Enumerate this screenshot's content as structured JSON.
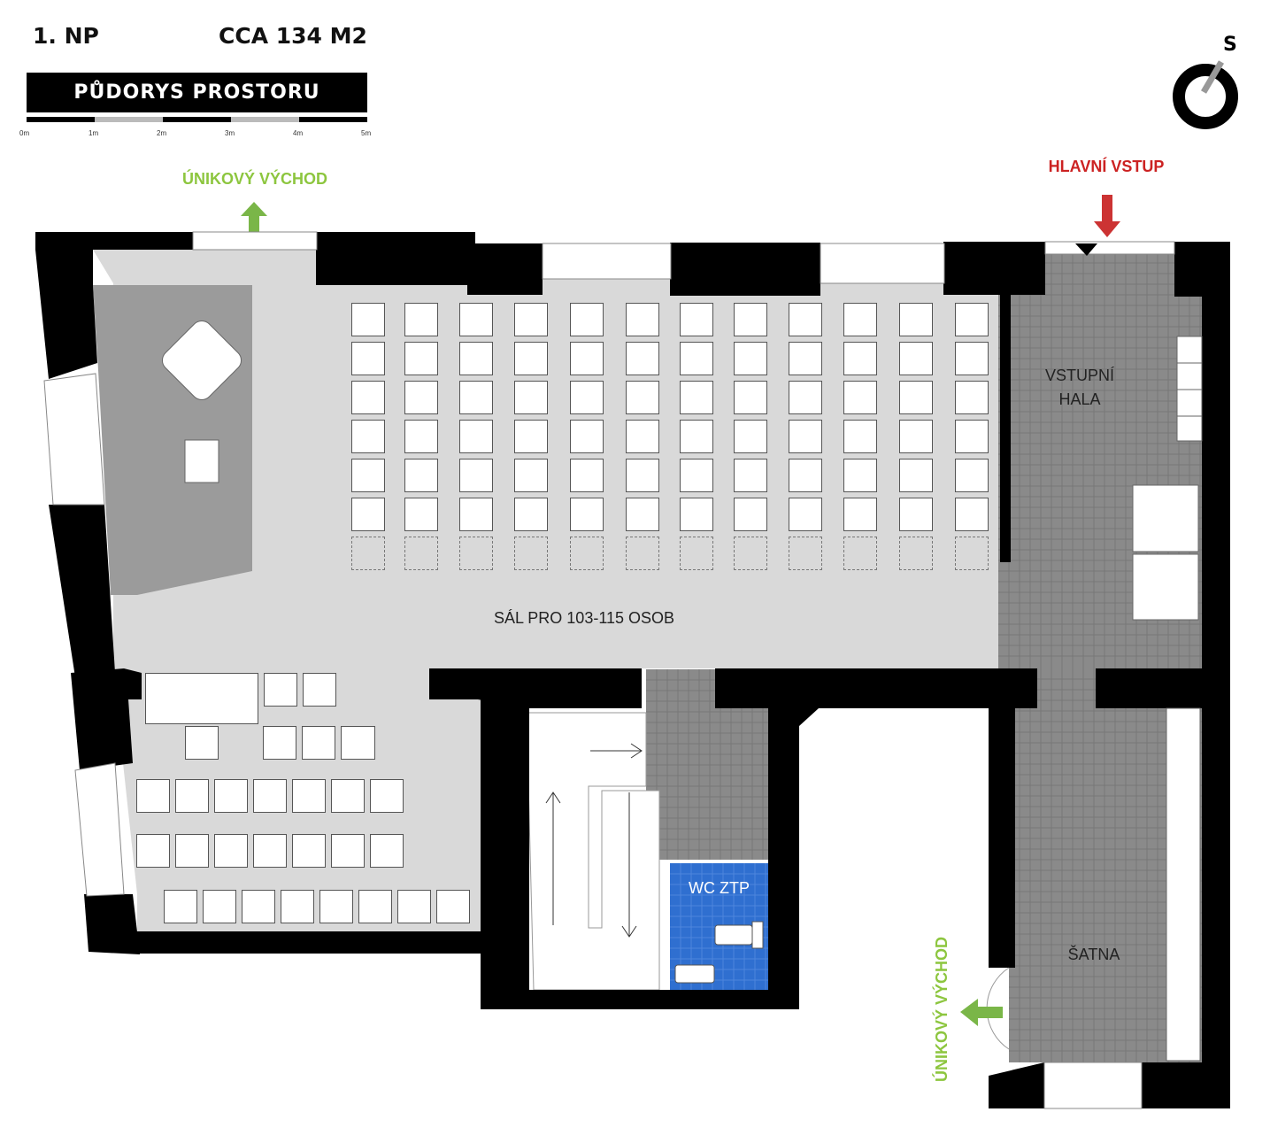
{
  "header": {
    "floor": "1. NP",
    "area": "CCA 134 M2",
    "plan_title": "PŮDORYS PROSTORU"
  },
  "scale_bar": {
    "ticks": [
      "0m",
      "1m",
      "2m",
      "3m",
      "4m",
      "5m"
    ]
  },
  "compass": {
    "north_label": "S"
  },
  "labels": {
    "emergency_exit_top": "ÚNIKOVÝ VÝCHOD",
    "emergency_exit_side": "ÚNIKOVÝ VÝCHOD",
    "main_entrance": "HLAVNÍ VSTUP",
    "hall_line1": "VSTUPNÍ",
    "hall_line2": "HALA",
    "main_room": "SÁL PRO 103-115 OSOB",
    "wc": "WC ZTP",
    "cloakroom": "ŠATNA"
  },
  "seating": {
    "main_rows": 6,
    "main_optional_rows": 1,
    "main_columns": 12
  },
  "colors": {
    "wall": "#000000",
    "floor": "#d9d9d9",
    "stage": "#9b9b9b",
    "tile": "#8a8a8a",
    "wc": "#2f6fd0",
    "exit_arrow": "#7ab648",
    "entrance_arrow": "#cc3333",
    "exit_text": "#8dc63f",
    "entrance_text": "#cc2222"
  },
  "icons": [
    "north-arrow-icon",
    "exit-arrow-icon",
    "entrance-arrow-icon",
    "stair-arrow-icon"
  ]
}
